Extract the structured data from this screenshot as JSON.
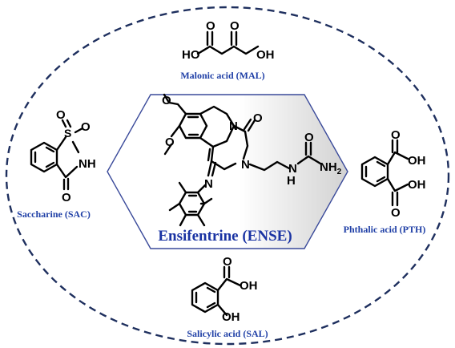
{
  "colors": {
    "caption": "#1f3fa6",
    "main_caption": "#1a33a3",
    "border": "#1e2f5e",
    "hexagon_edge": "#3a4a9a"
  },
  "captions": {
    "mal": "Malonic acid (MAL)",
    "sac": "Saccharine (SAC)",
    "pth": "Phthalic acid (PTH)",
    "sal": "Salicylic acid (SAL)",
    "ense": "Ensifentrine (ENSE)"
  },
  "atoms": {
    "mal_ho": "HO",
    "mal_oh": "OH",
    "mal_o1": "O",
    "mal_o2": "O",
    "sac_s": "S",
    "sac_o1": "O",
    "sac_o2": "O",
    "sac_nh": "NH",
    "sac_o3": "O",
    "pth_o1": "O",
    "pth_oh1": "OH",
    "pth_o2": "O",
    "pth_oh2": "OH",
    "sal_o": "O",
    "sal_oh1": "OH",
    "sal_oh2": "OH",
    "ense_o1": "O",
    "ense_o2": "O",
    "ense_n1": "N",
    "ense_n2": "N",
    "ense_n3": "N",
    "ense_o3": "O",
    "ense_nh_h": "H",
    "ense_nh_n": "N",
    "ense_o4": "O",
    "ense_nh2": "NH",
    "ense_nh2_sub": "2"
  }
}
